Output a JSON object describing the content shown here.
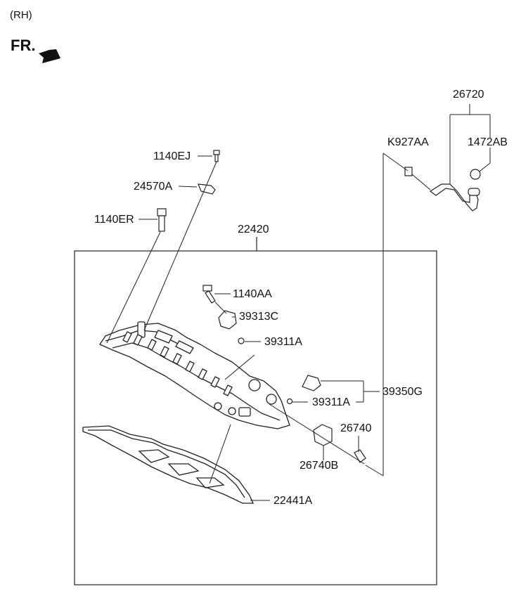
{
  "header": {
    "side": "(RH)",
    "front_marker": "FR."
  },
  "parts": {
    "p22420": "22420",
    "p1140EJ": "1140EJ",
    "p24570A": "24570A",
    "p1140ER": "1140ER",
    "p1140AA": "1140AA",
    "p39313C": "39313C",
    "p39311A_top": "39311A",
    "p39311A_bottom": "39311A",
    "p39350G": "39350G",
    "p26740": "26740",
    "p26740B": "26740B",
    "p22441A": "22441A",
    "p26720": "26720",
    "pK927AA": "K927AA",
    "p1472AB": "1472AB"
  }
}
